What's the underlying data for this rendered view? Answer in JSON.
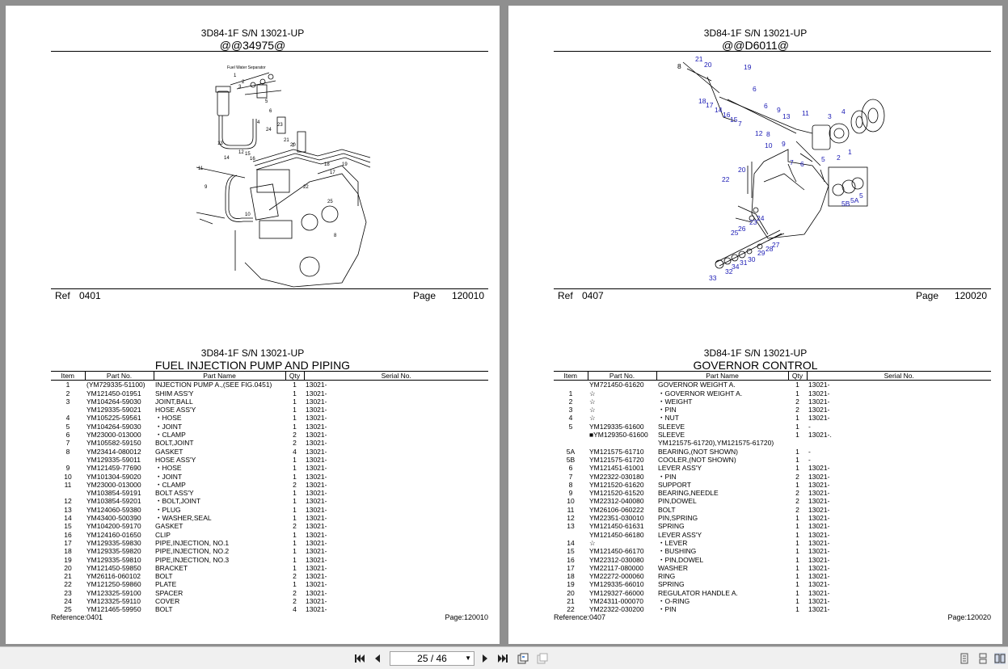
{
  "viewer": {
    "page_indicator": "25 / 46"
  },
  "left": {
    "top": {
      "title": "3D84-1F S/N 13021-UP",
      "subtitle": "@@34975@",
      "ref_label": "Ref",
      "ref_value": "0401",
      "page_label": "Page",
      "page_value": "120010",
      "drawing_caption": "Fuel Water Separator"
    },
    "bottom": {
      "title": "3D84-1F S/N 13021-UP",
      "subtitle": "FUEL INJECTION PUMP AND PIPING",
      "footer_left": "Reference:0401",
      "footer_right": "Page:120010",
      "columns": [
        "Item",
        "Part No.",
        "Part Name",
        "Qty",
        "Serial No."
      ],
      "rows": [
        [
          "1",
          "(YM729335-51100)",
          "INJECTION PUMP A.,(SEE FIG.0451)",
          "1",
          "13021-"
        ],
        [
          "2",
          "YM121450-01951",
          "SHIM ASS'Y",
          "1",
          "13021-"
        ],
        [
          "3",
          "YM104264-59030",
          "JOINT,BALL",
          "1",
          "13021-"
        ],
        [
          "",
          "YM129335-59021",
          "HOSE ASS'Y",
          "1",
          "13021-"
        ],
        [
          "4",
          "YM105225-59561",
          "・HOSE",
          "1",
          "13021-"
        ],
        [
          "5",
          "YM104264-59030",
          "・JOINT",
          "1",
          "13021-"
        ],
        [
          "6",
          "YM23000-013000",
          "・CLAMP",
          "2",
          "13021-"
        ],
        [
          "7",
          "YM105582-59150",
          "BOLT,JOINT",
          "2",
          "13021-"
        ],
        [
          "8",
          "YM23414-080012",
          "GASKET",
          "4",
          "13021-"
        ],
        [
          "",
          "YM129335-59011",
          "HOSE ASS'Y",
          "1",
          "13021-"
        ],
        [
          "9",
          "YM121459-77690",
          "・HOSE",
          "1",
          "13021-"
        ],
        [
          "10",
          "YM101304-59020",
          "・JOINT",
          "1",
          "13021-"
        ],
        [
          "11",
          "YM23000-013000",
          "・CLAMP",
          "2",
          "13021-"
        ],
        [
          "",
          "YM103854-59191",
          "BOLT ASS'Y",
          "1",
          "13021-"
        ],
        [
          "12",
          "YM103854-59201",
          "・BOLT,JOINT",
          "1",
          "13021-"
        ],
        [
          "13",
          "YM124060-59380",
          "・PLUG",
          "1",
          "13021-"
        ],
        [
          "14",
          "YM43400-500390",
          "・WASHER,SEAL",
          "1",
          "13021-"
        ],
        [
          "15",
          "YM104200-59170",
          "GASKET",
          "2",
          "13021-"
        ],
        [
          "16",
          "YM124160-01650",
          "CLIP",
          "1",
          "13021-"
        ],
        [
          "17",
          "YM129335-59830",
          "PIPE,INJECTION, NO.1",
          "1",
          "13021-"
        ],
        [
          "18",
          "YM129335-59820",
          "PIPE,INJECTION, NO.2",
          "1",
          "13021-"
        ],
        [
          "19",
          "YM129335-59810",
          "PIPE,INJECTION, NO.3",
          "1",
          "13021-"
        ],
        [
          "20",
          "YM121450-59850",
          "BRACKET",
          "1",
          "13021-"
        ],
        [
          "21",
          "YM26116-060102",
          "BOLT",
          "2",
          "13021-"
        ],
        [
          "22",
          "YM121250-59860",
          "PLATE",
          "1",
          "13021-"
        ],
        [
          "23",
          "YM123325-59100",
          "SPACER",
          "2",
          "13021-"
        ],
        [
          "24",
          "YM123325-59110",
          "COVER",
          "2",
          "13021-"
        ],
        [
          "25",
          "YM121465-59950",
          "BOLT",
          "4",
          "13021-"
        ]
      ]
    }
  },
  "right": {
    "top": {
      "title": "3D84-1F S/N 13021-UP",
      "subtitle": "@@D6011@",
      "ref_label": "Ref",
      "ref_value": "0407",
      "page_label": "Page",
      "page_value": "120020"
    },
    "bottom": {
      "title": "3D84-1F S/N 13021-UP",
      "subtitle": "GOVERNOR CONTROL",
      "footer_left": "Reference:0407",
      "footer_right": "Page:120020",
      "columns": [
        "Item",
        "Part No.",
        "Part Name",
        "Qty",
        "Serial No."
      ],
      "rows": [
        [
          "",
          "YM721450-61620",
          "GOVERNOR WEIGHT A.",
          "1",
          "13021-"
        ],
        [
          "1",
          "☆",
          "・GOVERNOR WEIGHT A.",
          "1",
          "13021-"
        ],
        [
          "2",
          "☆",
          "・WEIGHT",
          "2",
          "13021-"
        ],
        [
          "3",
          "☆",
          "・PIN",
          "2",
          "13021-"
        ],
        [
          "4",
          "☆",
          "・NUT",
          "1",
          "13021-"
        ],
        [
          "5",
          "YM129335-61600",
          "SLEEVE",
          "1",
          "-"
        ],
        [
          "",
          "■YM129350-61600",
          "SLEEVE",
          "1",
          "13021-."
        ],
        [
          "",
          "",
          "YM121575-61720),YM121575-61720)",
          "",
          ""
        ],
        [
          "5A",
          "YM121575-61710",
          "BEARING,(NOT SHOWN)",
          "1",
          "-"
        ],
        [
          "5B",
          "YM121575-61720",
          "COOLER,(NOT SHOWN)",
          "1",
          "-"
        ],
        [
          "6",
          "YM121451-61001",
          "LEVER ASS'Y",
          "1",
          "13021-"
        ],
        [
          "7",
          "YM22322-030180",
          "・PIN",
          "2",
          "13021-"
        ],
        [
          "8",
          "YM121520-61620",
          "SUPPORT",
          "1",
          "13021-"
        ],
        [
          "9",
          "YM121520-61520",
          "BEARING,NEEDLE",
          "2",
          "13021-"
        ],
        [
          "10",
          "YM22312-040080",
          "PIN,DOWEL",
          "2",
          "13021-"
        ],
        [
          "11",
          "YM26106-060222",
          "BOLT",
          "2",
          "13021-"
        ],
        [
          "12",
          "YM22351-030010",
          "PIN,SPRING",
          "1",
          "13021-"
        ],
        [
          "13",
          "YM121450-61631",
          "SPRING",
          "1",
          "13021-"
        ],
        [
          "",
          "YM121450-66180",
          "LEVER ASS'Y",
          "1",
          "13021-"
        ],
        [
          "14",
          "☆",
          "・LEVER",
          "1",
          "13021-"
        ],
        [
          "15",
          "YM121450-66170",
          "・BUSHING",
          "1",
          "13021-"
        ],
        [
          "16",
          "YM22312-030080",
          "・PIN,DOWEL",
          "1",
          "13021-"
        ],
        [
          "17",
          "YM22117-080000",
          "WASHER",
          "1",
          "13021-"
        ],
        [
          "18",
          "YM22272-000060",
          "RING",
          "1",
          "13021-"
        ],
        [
          "19",
          "YM129335-66010",
          "SPRING",
          "1",
          "13021-"
        ],
        [
          "20",
          "YM129327-66000",
          "REGULATOR HANDLE A.",
          "1",
          "13021-"
        ],
        [
          "21",
          "YM24311-000070",
          "・O-RING",
          "1",
          "13021-"
        ],
        [
          "22",
          "YM22322-030200",
          "・PIN",
          "1",
          "13021-"
        ]
      ]
    }
  },
  "labels": {
    "left": [
      "1",
      "2",
      "3",
      "4",
      "5",
      "6",
      "7",
      "8",
      "9",
      "10",
      "11",
      "12",
      "13",
      "14",
      "15",
      "16",
      "17",
      "18",
      "19",
      "20",
      "21",
      "22",
      "23",
      "24",
      "25"
    ],
    "right": [
      "21",
      "20",
      "19",
      "6",
      "18",
      "17",
      "14",
      "16",
      "15",
      "7",
      "6",
      "9",
      "13",
      "11",
      "3",
      "4",
      "12",
      "8",
      "10",
      "9",
      "7",
      "6",
      "5",
      "2",
      "1",
      "20",
      "22",
      "5A",
      "5B",
      "5",
      "23",
      "24",
      "25",
      "26",
      "27",
      "28",
      "29",
      "30",
      "31",
      "34",
      "32",
      "33",
      "8"
    ]
  }
}
